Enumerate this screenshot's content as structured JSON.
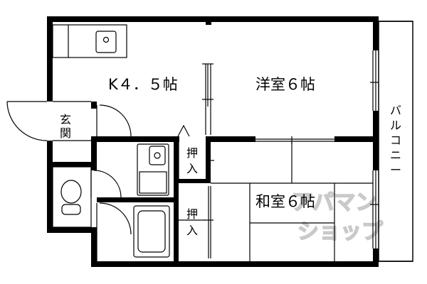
{
  "rooms": {
    "kitchen": "K４．５帖",
    "western": "洋室６帖",
    "japanese": "和室６帖",
    "entrance": "玄関",
    "closet_upper": "押入",
    "closet_lower": "押入",
    "balcony": "バルコニー"
  },
  "watermark": {
    "line1": "アパマン",
    "line2": "ショップ"
  },
  "colors": {
    "wall": "#000000",
    "background": "#ffffff",
    "watermark_outline": "#c9c9c9"
  }
}
